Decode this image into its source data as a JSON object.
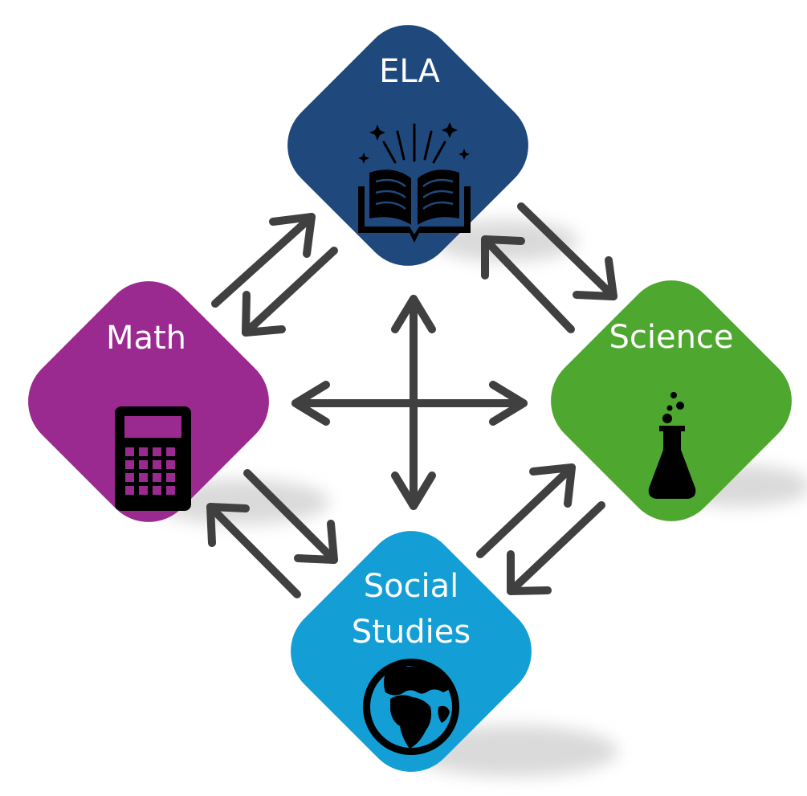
{
  "nodes": {
    "ela": {
      "label": "ELA",
      "color": "#1f497d",
      "icon": "open-book-icon"
    },
    "math": {
      "label": "Math",
      "color": "#9b2a90",
      "icon": "calculator-icon"
    },
    "science": {
      "label": "Science",
      "color": "#4ea72e",
      "icon": "flask-icon"
    },
    "social": {
      "label_line1": "Social",
      "label_line2": "Studies",
      "color": "#149ed6",
      "icon": "globe-icon"
    }
  },
  "arrow_color": "#404040",
  "shadow_color": "#d6d6d6"
}
